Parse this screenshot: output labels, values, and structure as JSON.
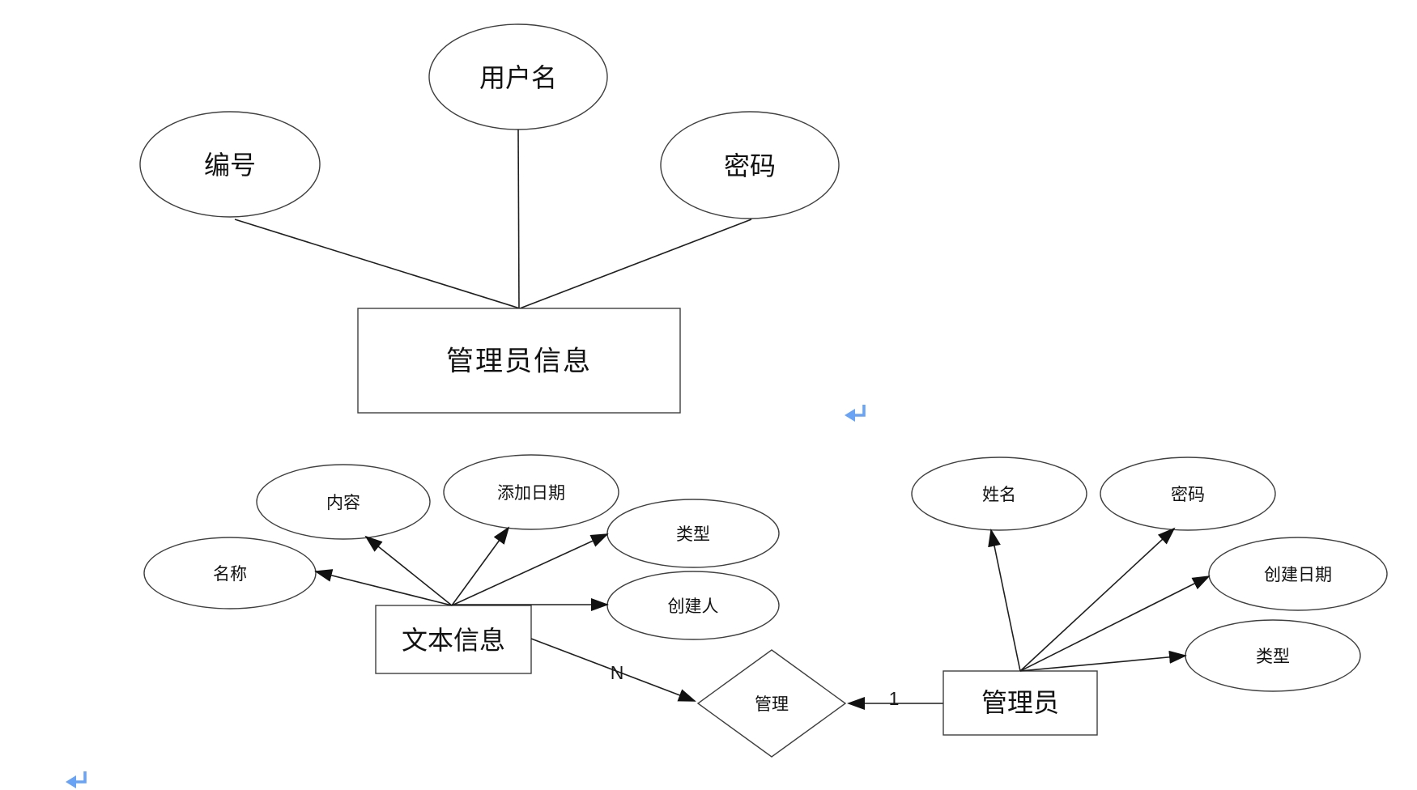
{
  "colors": {
    "background": "#ffffff",
    "shape_stroke": "#3f3f3f",
    "connector": "#1f1f1f",
    "arrowhead": "#111111",
    "return_mark_blue": "#68a3f5"
  },
  "admin_info_cluster": {
    "entity_label": "管理员信息",
    "attr_id": "编号",
    "attr_username": "用户名",
    "attr_password": "密码"
  },
  "text_info_cluster": {
    "entity_label": "文本信息",
    "attr_name": "名称",
    "attr_content": "内容",
    "attr_add_date": "添加日期",
    "attr_type": "类型",
    "attr_creator": "创建人",
    "cardinality": "N"
  },
  "admin_cluster": {
    "entity_label": "管理员",
    "attr_name": "姓名",
    "attr_password": "密码",
    "attr_create_date": "创建日期",
    "attr_type": "类型",
    "cardinality": "1"
  },
  "relationship": {
    "label": "管理"
  },
  "icons": {
    "return_mark": "return-arrow-icon"
  }
}
